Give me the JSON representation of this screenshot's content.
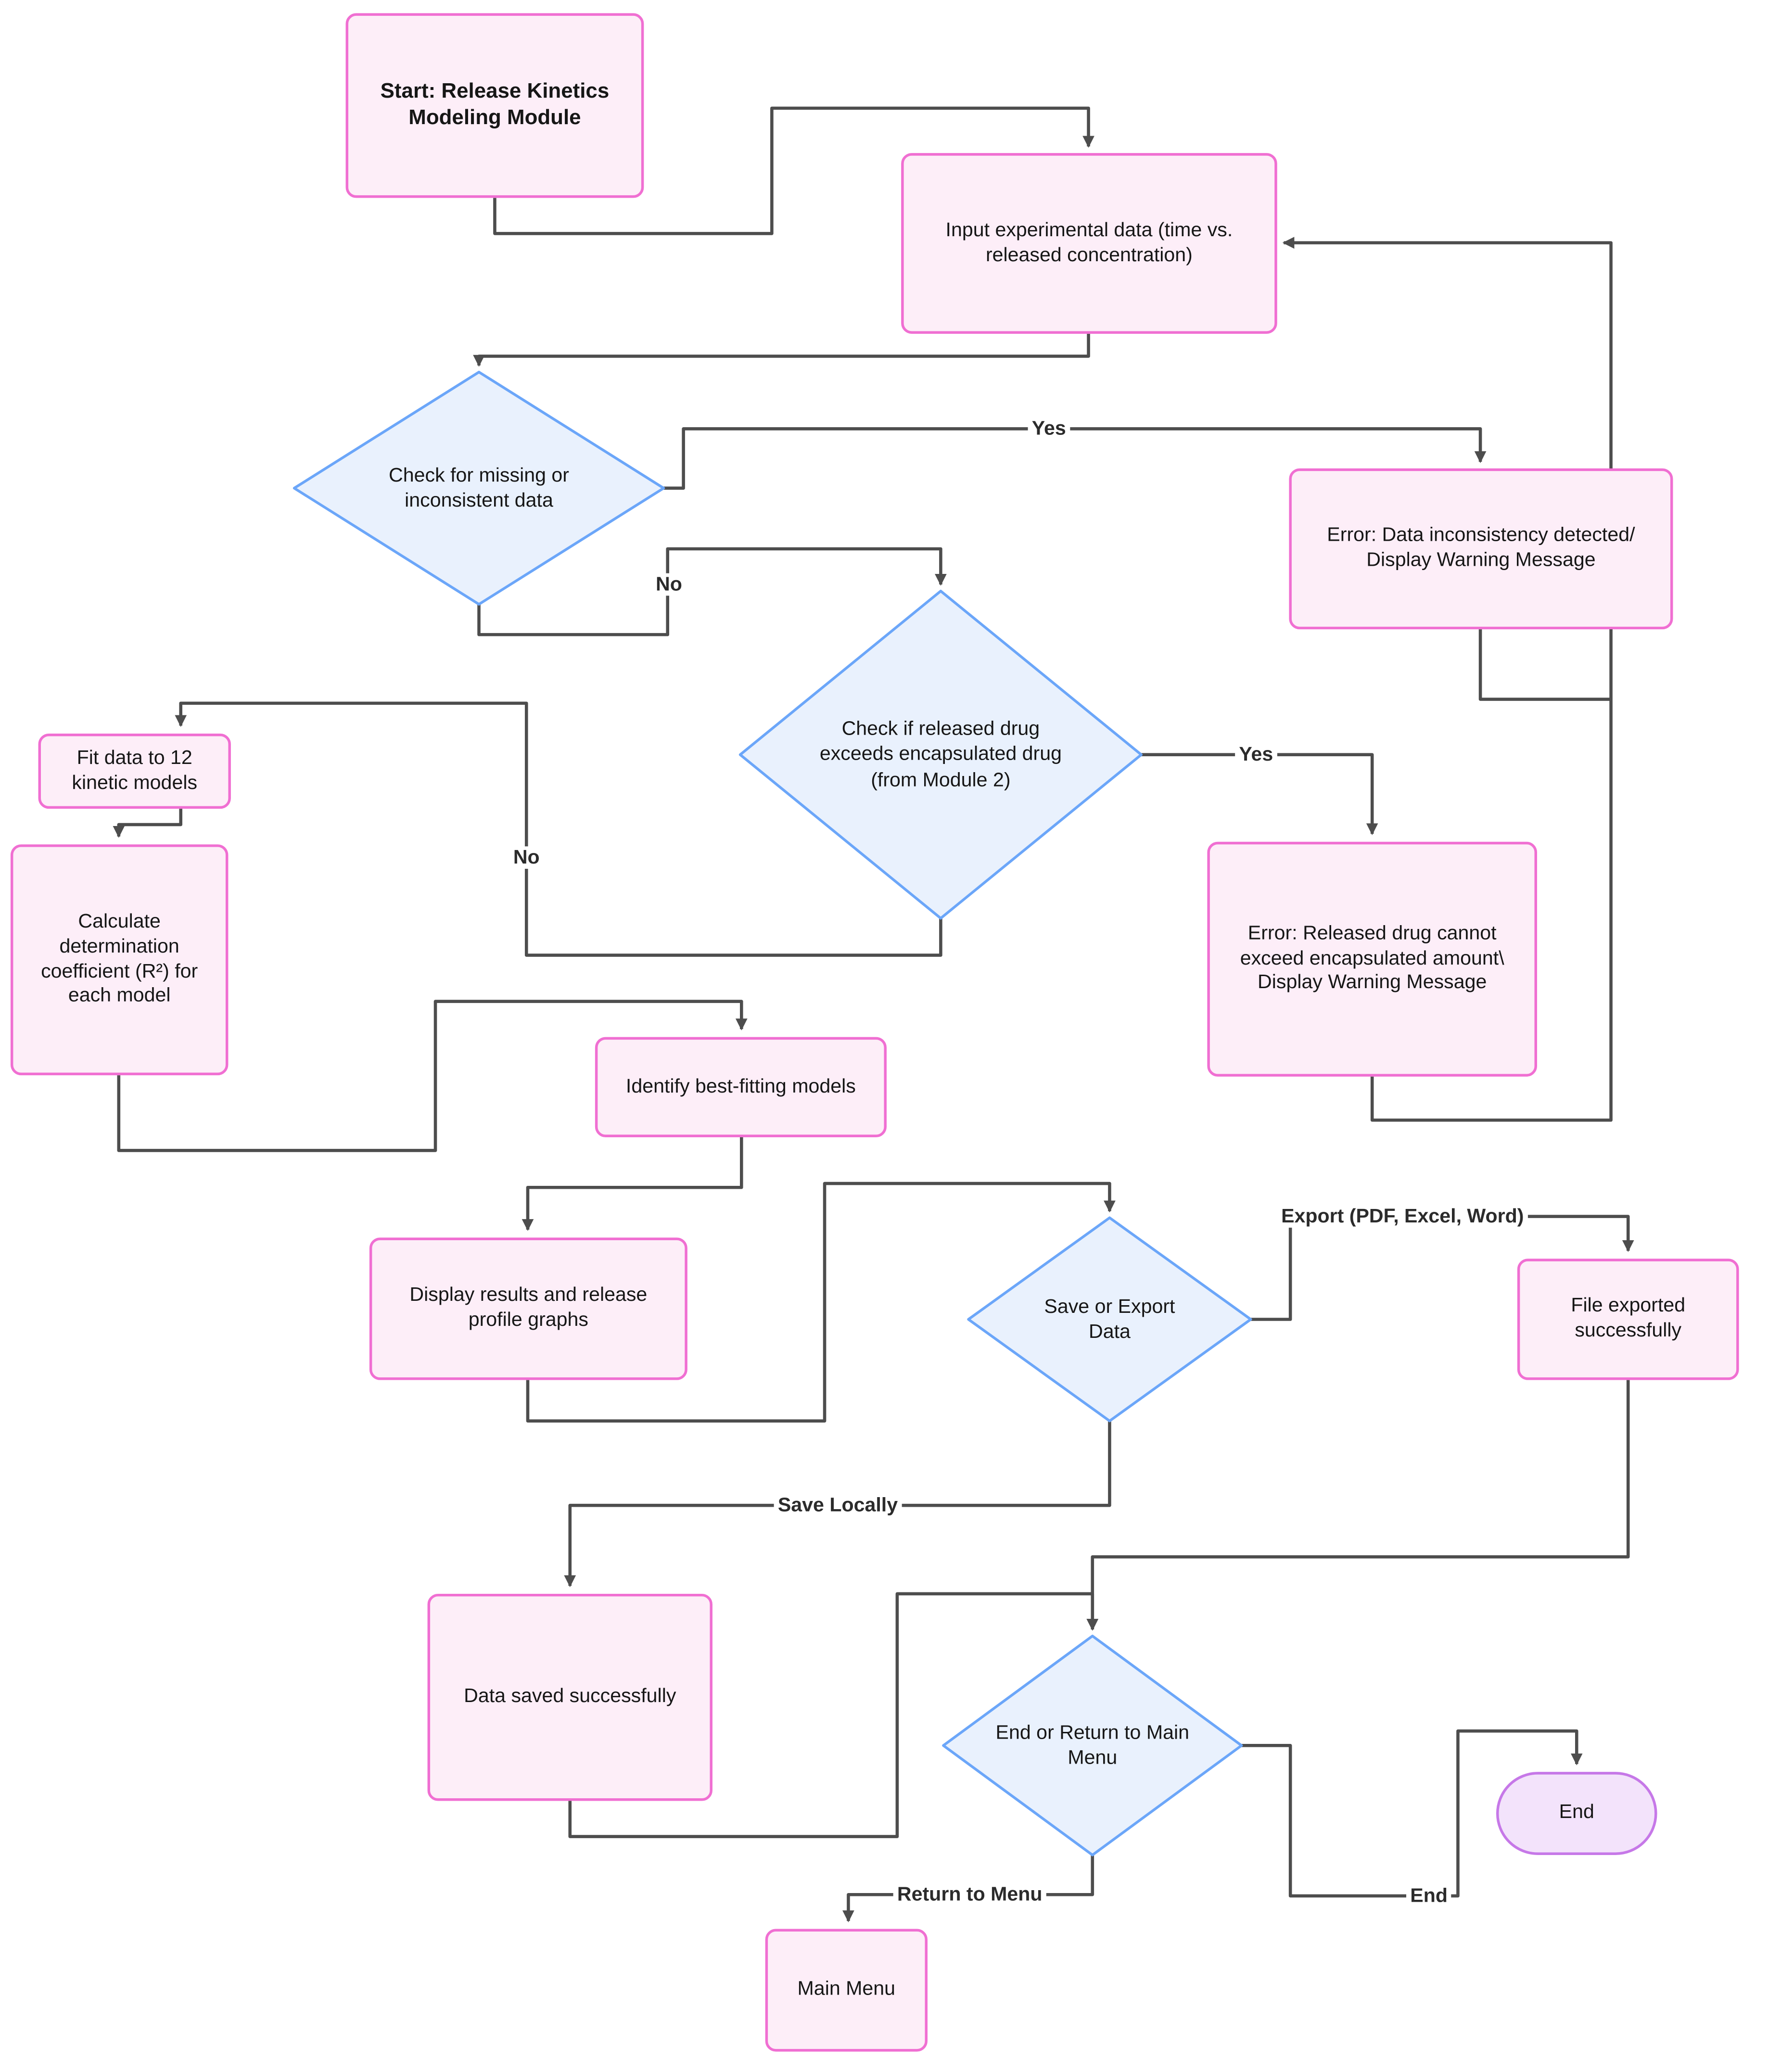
{
  "diagram_type": "flowchart",
  "nodes": {
    "start": {
      "label": "Start: Release Kinetics Modeling Module",
      "shape": "rect"
    },
    "input": {
      "label": "Input experimental data (time vs. released concentration)",
      "shape": "rect"
    },
    "check1": {
      "label": "Check for missing or inconsistent data",
      "shape": "diamond"
    },
    "error1": {
      "label": "Error: Data inconsistency detected/ Display Warning Message",
      "shape": "rect"
    },
    "check2": {
      "label": "Check if released drug exceeds encapsulated drug (from Module 2)",
      "shape": "diamond"
    },
    "fit": {
      "label": "Fit data to 12 kinetic models",
      "shape": "rect"
    },
    "calc": {
      "label": "Calculate determination coefficient (R²) for each model",
      "shape": "rect"
    },
    "error2": {
      "label": "Error: Released drug cannot exceed encapsulated amount\\ Display Warning Message",
      "shape": "rect"
    },
    "identify": {
      "label": "Identify best-fitting models",
      "shape": "rect"
    },
    "display": {
      "label": "Display results and release profile graphs",
      "shape": "rect"
    },
    "save": {
      "label": "Save or Export Data",
      "shape": "diamond"
    },
    "exported": {
      "label": "File exported successfully",
      "shape": "rect"
    },
    "saved": {
      "label": "Data saved successfully",
      "shape": "rect"
    },
    "endq": {
      "label": "End or Return to Main Menu",
      "shape": "diamond"
    },
    "end": {
      "label": "End",
      "shape": "stadium"
    },
    "menu": {
      "label": "Main Menu",
      "shape": "rect"
    }
  },
  "edge_labels": {
    "yes1": "Yes",
    "no1": "No",
    "yes2": "Yes",
    "no2": "No",
    "export": "Export (PDF, Excel, Word)",
    "save_locally": "Save Locally",
    "return_to_menu": "Return to Menu",
    "end": "End"
  },
  "colors": {
    "pink_fill": "#fdeef8",
    "pink_border": "#f06fd2",
    "blue_fill": "#e9f1fd",
    "blue_border": "#6ba6f9",
    "purple_fill": "#f3e3fb",
    "purple_border": "#c678e8",
    "line": "#4d4d4d",
    "text": "#161616"
  }
}
